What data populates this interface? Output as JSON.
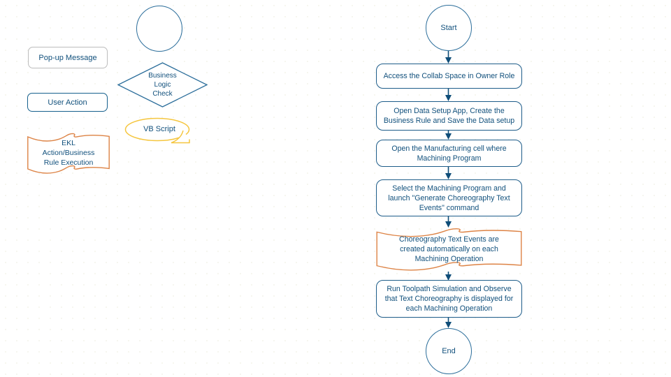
{
  "colors": {
    "shape_outline_blue": "#2c6e9b",
    "process_border_blue": "#1d5c89",
    "text_blue": "#11507c",
    "arrow_blue": "#0f4d78",
    "popup_border_gray": "#bcbcbc",
    "ekl_border_orange": "#dd8345",
    "vbscript_border_yellow": "#f5c63f",
    "background": "#ffffff"
  },
  "legend": {
    "popup_label": "Pop-up Message",
    "decision_label": "Business\nLogic\nCheck",
    "user_action_label": "User Action",
    "vb_script_label": "VB Script",
    "ekl_label": "EKL\nAction/Business\nRule Execution"
  },
  "flow": {
    "start_label": "Start",
    "end_label": "End",
    "steps": [
      {
        "shape": "process",
        "text": "Access the Collab Space in Owner Role"
      },
      {
        "shape": "process",
        "text": "Open Data Setup App, Create the Business Rule and Save the Data setup"
      },
      {
        "shape": "process",
        "text": "Open the Manufacturing cell where Machining Program"
      },
      {
        "shape": "process",
        "text": "Select the Machining Program and launch \"Generate Choreography Text Events\" command"
      },
      {
        "shape": "ekl-tape",
        "text": "Choreography Text Events are created automatically on each Machining Operation"
      },
      {
        "shape": "process",
        "text": "Run Toolpath Simulation and Observe that Text Choreography is displayed for each Machining Operation"
      }
    ]
  }
}
